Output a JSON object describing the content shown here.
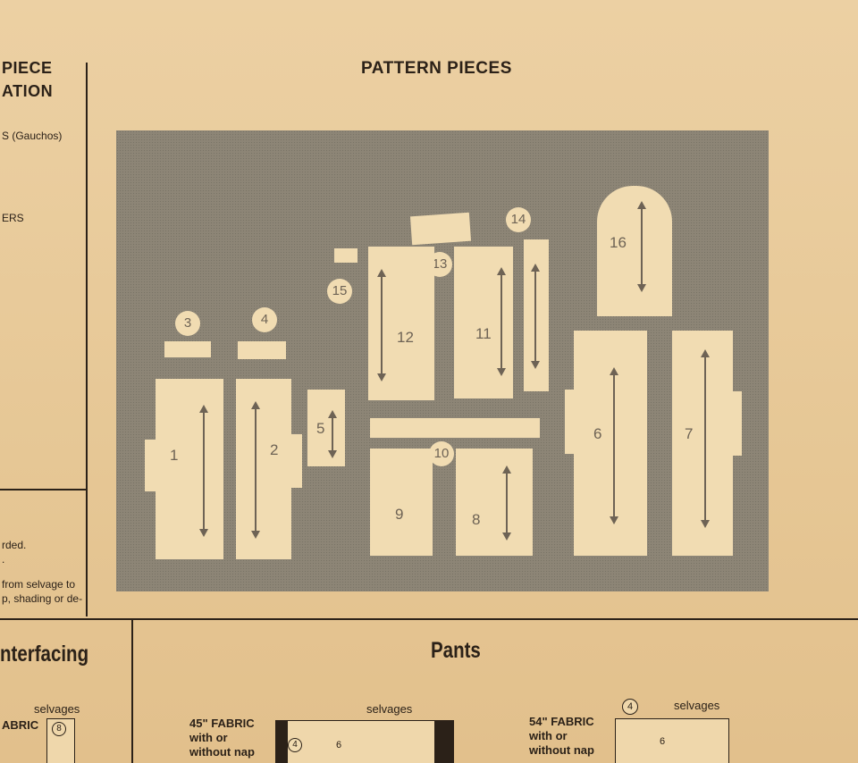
{
  "header": {
    "left_title_line1": "PIECE",
    "left_title_line2": "ATION",
    "main_title": "PATTERN PIECES"
  },
  "left_column": {
    "entries": [
      "S  (Gauchos)",
      "ERS"
    ],
    "notes": [
      "rded.",
      ".",
      "from selvage to",
      "p, shading or de-"
    ]
  },
  "pieces": [
    {
      "number": "1"
    },
    {
      "number": "2"
    },
    {
      "number": "3"
    },
    {
      "number": "4"
    },
    {
      "number": "5"
    },
    {
      "number": "6"
    },
    {
      "number": "7"
    },
    {
      "number": "8"
    },
    {
      "number": "9"
    },
    {
      "number": "10"
    },
    {
      "number": "11"
    },
    {
      "number": "12"
    },
    {
      "number": "13"
    },
    {
      "number": "14"
    },
    {
      "number": "15"
    },
    {
      "number": "16"
    }
  ],
  "bottom": {
    "interfacing_title": "nterfacing",
    "pants_title": "Pants",
    "left_fabric": "ABRIC",
    "left_selvages": "selvages",
    "left_piece_no": "8",
    "fabric45": {
      "line1": "45\" FABRIC",
      "line2": "with or",
      "line3": "without nap",
      "selvages": "selvages",
      "piece_a": "4",
      "piece_b": "6"
    },
    "fabric54": {
      "line1": "54\" FABRIC",
      "line2": "with or",
      "line3": "without nap",
      "selvages": "selvages",
      "piece_a": "4",
      "piece_b": "6"
    }
  },
  "colors": {
    "paper": "#e8c99a",
    "ink": "#2b2118",
    "board": "#8d8576",
    "piece": "#f1dcb2"
  }
}
